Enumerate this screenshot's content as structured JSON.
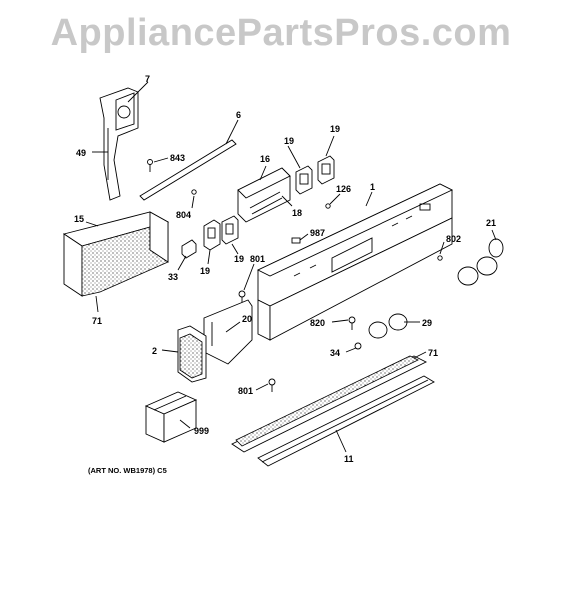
{
  "watermark": "AppliancePartsPros.com",
  "art_number": "(ART NO. WB1978) C5",
  "callouts": [
    "7",
    "6",
    "49",
    "843",
    "19",
    "19",
    "16",
    "126",
    "1",
    "804",
    "18",
    "15",
    "987",
    "21",
    "802",
    "801",
    "33",
    "19",
    "19",
    "71",
    "20",
    "820",
    "29",
    "2",
    "34",
    "71",
    "801",
    "999",
    "11"
  ]
}
